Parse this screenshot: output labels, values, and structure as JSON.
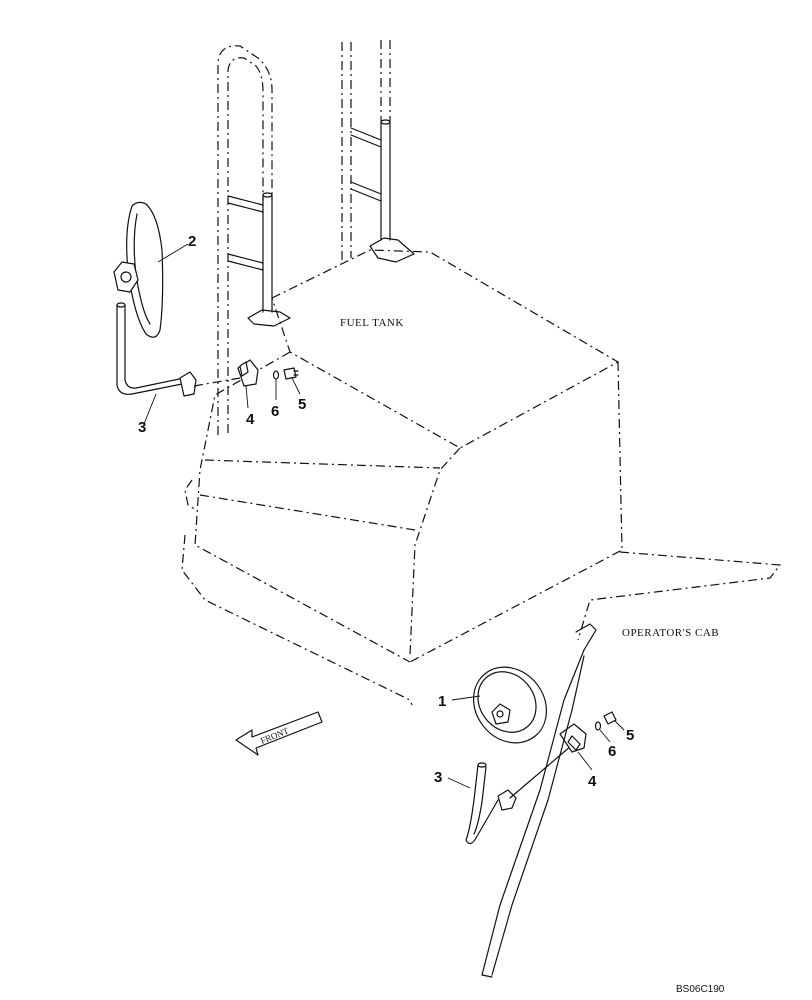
{
  "labels": {
    "fuel_tank": "FUEL TANK",
    "operators_cab": "OPERATOR'S CAB",
    "front": "FRONT",
    "drawing_code": "BS06C190"
  },
  "callouts": {
    "mirror_right": "1",
    "mirror_left": "2",
    "stay_left": "3",
    "stay_right": "3",
    "bracket_left": "4",
    "bracket_right": "4",
    "bolt_left": "5",
    "bolt_right": "5",
    "washer_left": "6",
    "washer_right": "6"
  }
}
